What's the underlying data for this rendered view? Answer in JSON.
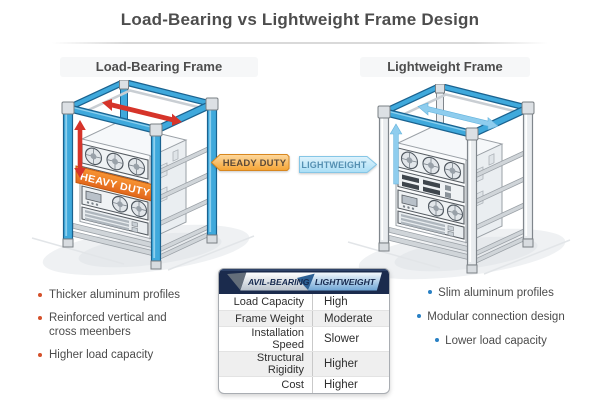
{
  "title": "Load-Bearing vs Lightweight Frame Design",
  "sections": {
    "left": {
      "subtitle": "Load-Bearing Frame"
    },
    "right": {
      "subtitle": "Lightweight Frame"
    }
  },
  "racks": {
    "left": {
      "banner_label": "HEAVY DUTY"
    }
  },
  "tags": {
    "heavy": {
      "label": "HEADY DUTY"
    },
    "light": {
      "label": "LIGHTWEIGHT"
    }
  },
  "table": {
    "header_left": "AVIL-BEARING",
    "header_right": "LIGHTWEIGHT",
    "rows": [
      {
        "label": "Load Capacity",
        "value": "High"
      },
      {
        "label": "Frame Weight",
        "value": "Moderate"
      },
      {
        "label": "Installation Speed",
        "value": "Slower"
      },
      {
        "label": "Structural Rigidity",
        "value": "Higher"
      },
      {
        "label": "Cost",
        "value": "Higher"
      }
    ]
  },
  "bullets": {
    "left": [
      "Thicker aluminum profiles",
      "Reinforced vertical and cross meenbers",
      "Higher load capacity"
    ],
    "right": [
      "Slim aluminum profiles",
      "Modular connection design",
      "Lower load capacity"
    ]
  },
  "colors": {
    "accent_blue": "#3fa9dc",
    "accent_red": "#d6342a",
    "accent_orange": "#ef7a1f",
    "light_blue": "#8fcdee",
    "table_header_navy": "#1b2b4d",
    "bullet_left": "#d4502a",
    "bullet_right": "#2980c4"
  }
}
